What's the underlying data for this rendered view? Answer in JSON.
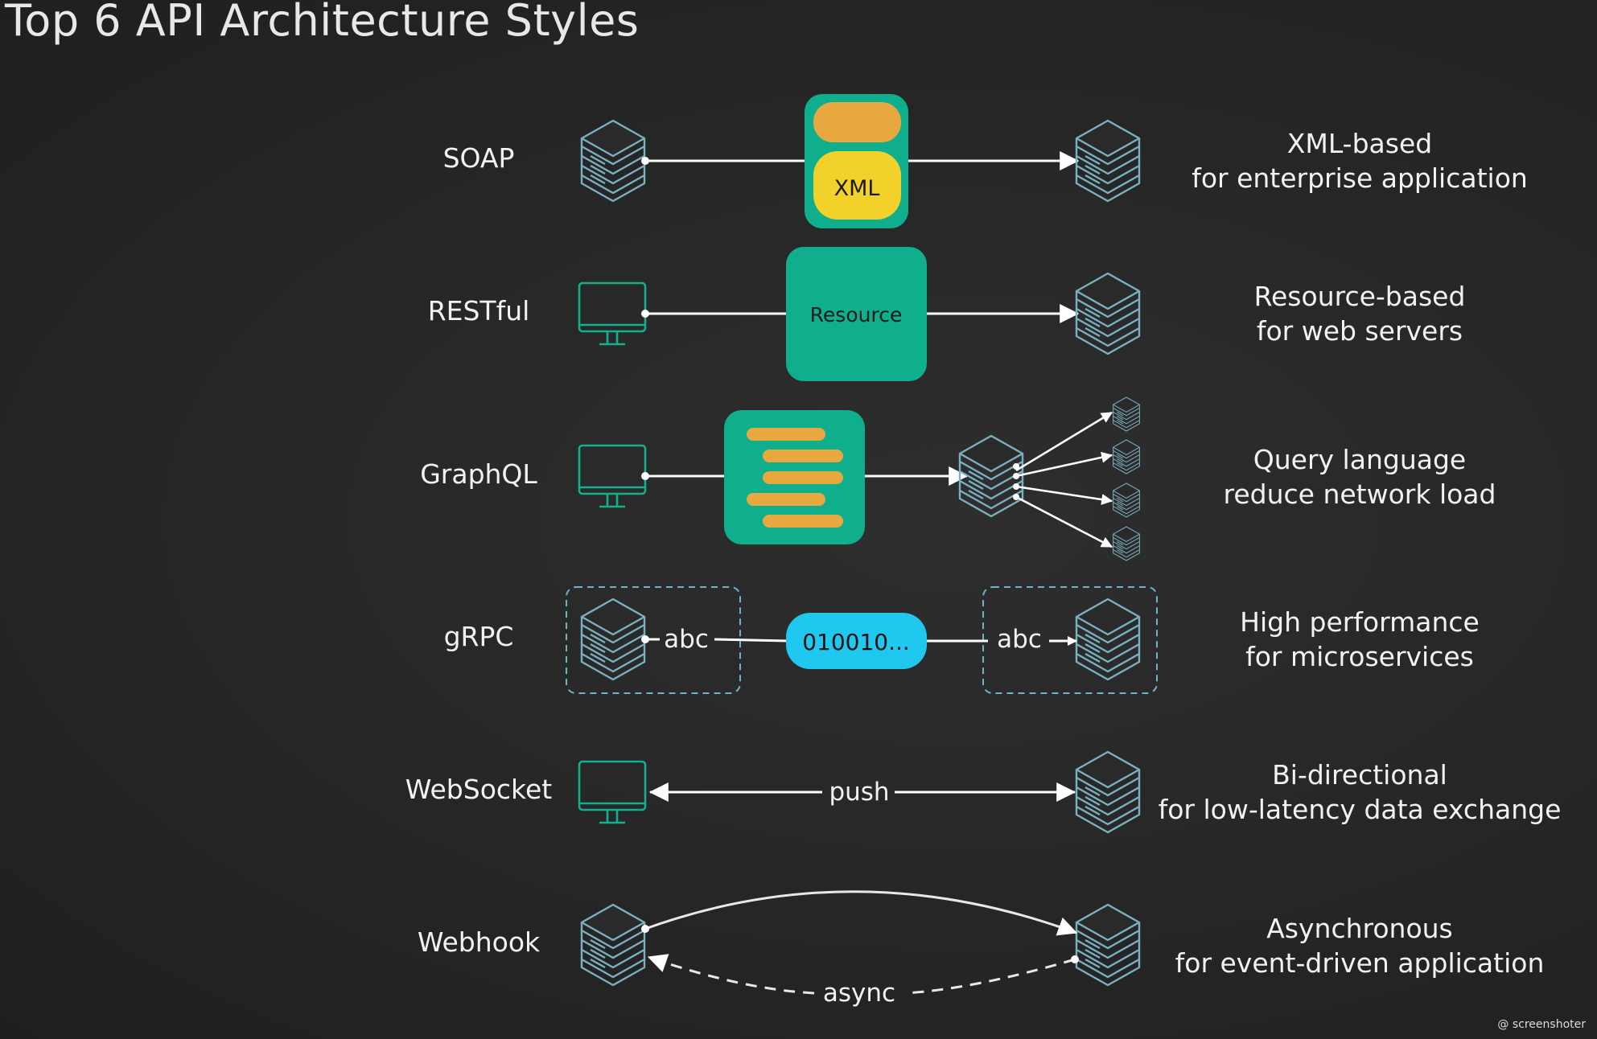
{
  "title": "Top 6 API Architecture Styles",
  "colors": {
    "background": "#262626",
    "teal": "#0fae8c",
    "yellow": "#f2d22a",
    "orange": "#e8a840",
    "cyan": "#20c8f0",
    "icon_stroke": "#7ab0c0",
    "monitor_stroke": "#12b08e",
    "arrow": "#ffffff"
  },
  "rows": [
    {
      "label": "SOAP",
      "box_label": "XML",
      "description": [
        "XML-based",
        "for enterprise application"
      ]
    },
    {
      "label": "RESTful",
      "box_label": "Resource",
      "description": [
        "Resource-based",
        "for web servers"
      ]
    },
    {
      "label": "GraphQL",
      "description": [
        "Query language",
        "reduce network load"
      ]
    },
    {
      "label": "gRPC",
      "left_text": "abc",
      "box_label": "010010...",
      "right_text": "abc",
      "description": [
        "High performance",
        "for microservices"
      ]
    },
    {
      "label": "WebSocket",
      "connector_label": "push",
      "description": [
        "Bi-directional",
        "for low-latency data exchange"
      ]
    },
    {
      "label": "Webhook",
      "connector_label": "async",
      "description": [
        "Asynchronous",
        "for event-driven application"
      ]
    }
  ],
  "watermark": "@ screenshoter"
}
